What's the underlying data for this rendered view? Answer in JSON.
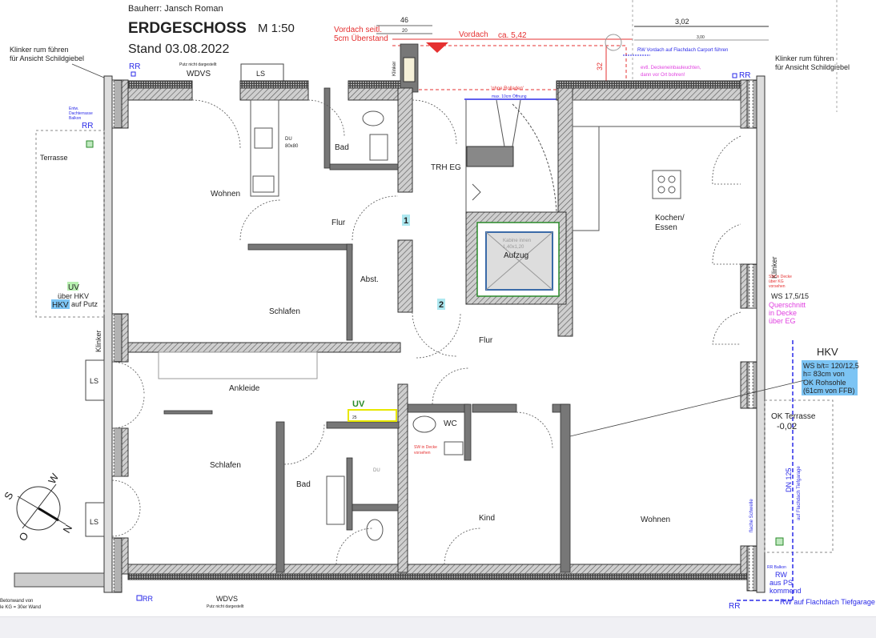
{
  "header": {
    "client": "Bauherr: Jansch Roman",
    "title": "ERDGESCHOSS",
    "scale": "M 1:50",
    "date": "Stand 03.08.2022"
  },
  "notes": {
    "klinker_left_1": "Klinker rum führen",
    "klinker_left_2": "für Ansicht Schildgiebel",
    "klinker_right_1": "Klinker rum führen",
    "klinker_right_2": "für Ansicht Schildgiebel",
    "klinker": "Klinker",
    "putz": "Putz nicht dargestellt",
    "wdvs": "WDVS",
    "ls": "LS",
    "rr": "RR",
    "vordach_seitl_1": "Vordach seitl.",
    "vordach_seitl_2": "5cm Überstand",
    "vordach": "Vordach",
    "vordach_len": "ca. 5,42",
    "dim_46": "46",
    "dim_20": "20",
    "dim_32": "32",
    "ohne_rolladen": "'ohne Rolladen'",
    "max_oeffnung": "max. 10cm Öffnung",
    "dim_302": "3,02",
    "dim_300": "3,00",
    "rw_vordach": "RW Vordach auf Flachdach Carport führen",
    "leuchten_1": "evtl. Deckeneinbauleuchten,",
    "leuchten_2": "dann vor Ort bohren!",
    "entw_1": "Entw.",
    "entw_2": "Dachterrasse",
    "entw_3": "Balkon",
    "uv": "UV",
    "ueber_hkv": "über HKV",
    "hkv": "HKV",
    "auf_putz": "auf Putz",
    "sw_decke_kg_1": "SW in Decke",
    "sw_decke_kg_2": "über KG",
    "sw_decke_kg_3": "vorsehen",
    "ws_1": "WS 17,5/15",
    "querschnitt_1": "Querschnitt",
    "querschnitt_2": "in Decke",
    "querschnitt_3": "über EG",
    "hkv_title": "HKV",
    "hkv_ws_1": "WS b/t= 120/12,5",
    "hkv_ws_2": "h= 83cm von",
    "hkv_ws_3": "OK Rohsohle",
    "hkv_ws_4": "(61cm von FFB)",
    "ok_terrasse": "OK Terrasse",
    "ok_terrasse_val": "-0,02",
    "dn125": "DN 125",
    "auf_flachdach": "auf Flachdach Tiefgarage",
    "flache_schwelle": "flache Schwelle",
    "rr_balkon": "RR Balkon",
    "rw": "RW",
    "aus_ps": "aus PS",
    "kommend": "kommend",
    "rw_tiefgarage": "RW auf Flachdach Tiefgarage",
    "sw_decke_1": "SW in Decke",
    "sw_decke_2": "vorsehen",
    "uv_dim_25": "25",
    "beton_1": "Betonwand von",
    "beton_2": "le KG = 30er Wand"
  },
  "rooms": {
    "wohnen_top": "Wohnen",
    "bad_top": "Bad",
    "du_top": "DU",
    "du_size": "80x80",
    "flur_top": "Flur",
    "trh": "TRH EG",
    "marker_1": "1",
    "marker_2": "2",
    "kochen_1": "Kochen/",
    "kochen_2": "Essen",
    "abst": "Abst.",
    "schlafen_top": "Schlafen",
    "aufzug": "Aufzug",
    "kabine_1": "Kabine innen",
    "kabine_2": "1,40x1,20",
    "flur_mid": "Flur",
    "ankleide": "Ankleide",
    "wc": "WC",
    "schlafen_bottom": "Schlafen",
    "bad_bottom": "Bad",
    "du_bottom": "DU",
    "kind": "Kind",
    "wohnen_bottom": "Wohnen",
    "terrasse": "Terrasse"
  },
  "compass": {
    "s": "S",
    "w": "W",
    "n": "N",
    "o": "O"
  },
  "colors": {
    "red": "#e53030",
    "blue": "#2a2ae8",
    "magenta": "#e040e0",
    "highlight_blue": "#7cc4f4",
    "highlight_green": "#b8f0b0",
    "footer": "#f0f0f4"
  }
}
